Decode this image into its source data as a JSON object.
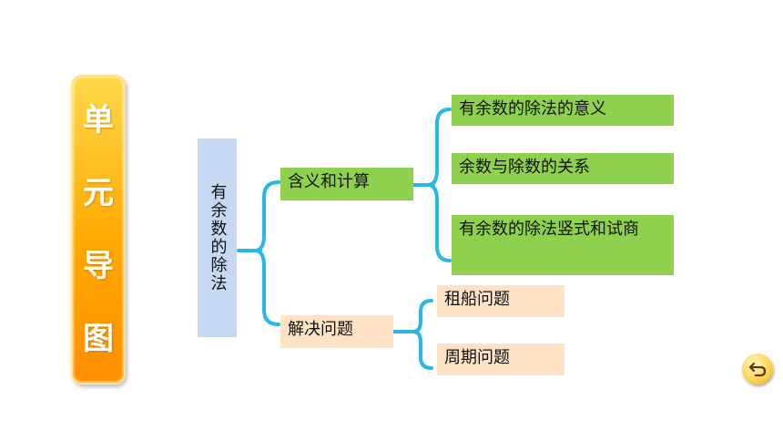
{
  "banner": {
    "chars": [
      "单",
      "元",
      "导",
      "图"
    ]
  },
  "root": {
    "label": "有余数的除法"
  },
  "branches": [
    {
      "label": "含义和计算",
      "children": [
        "有余数的除法的意义",
        "余数与除数的关系",
        "有余数的除法竖式和试商"
      ]
    },
    {
      "label": "解决问题",
      "children": [
        "租船问题",
        "周期问题"
      ]
    }
  ],
  "colors": {
    "connector": "#29b6e8",
    "green_box": "#8fd14f",
    "tan_box": "#fde3c4",
    "root_box": "#c6d8f2",
    "banner": "#ffa800"
  },
  "back_button": {
    "icon": "return-arrow-icon"
  }
}
